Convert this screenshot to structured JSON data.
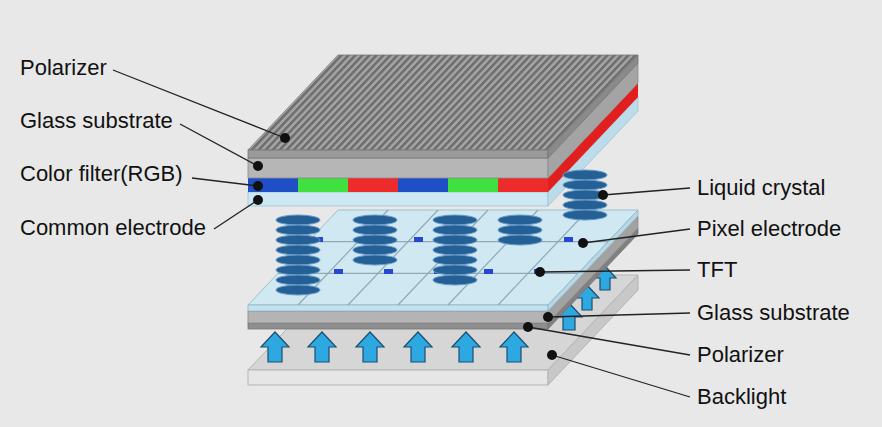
{
  "diagram": {
    "labels": [
      "Polarizer",
      "Glass substrate",
      "Color filter(RGB)",
      "Common electrode",
      "Liquid crystal",
      "Pixel electrode",
      "TFT",
      "Glass substrate",
      "Polarizer",
      "Backlight"
    ]
  }
}
